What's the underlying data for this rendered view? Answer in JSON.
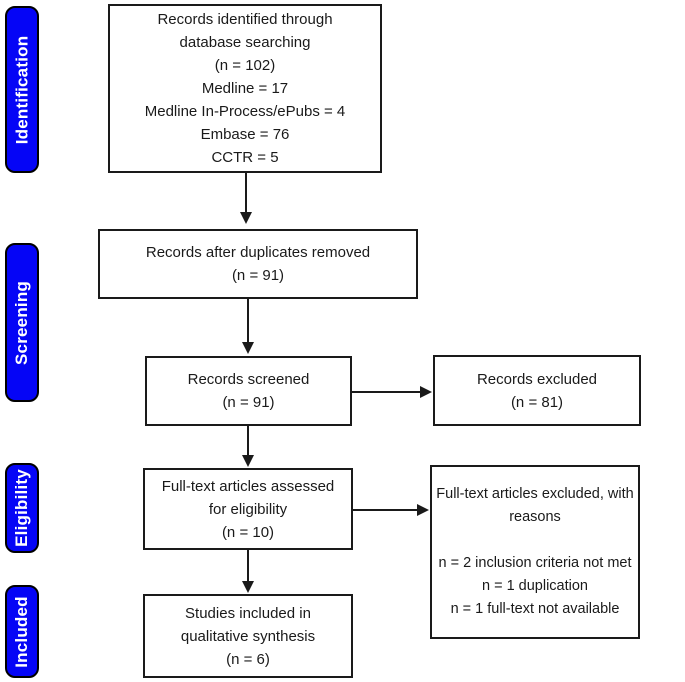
{
  "colors": {
    "stage_fill": "#0505f6",
    "stage_text": "#ffffff",
    "box_border": "#1a1a1a",
    "arrow": "#1a1a1a"
  },
  "stages": [
    {
      "label": "Identification"
    },
    {
      "label": "Screening"
    },
    {
      "label": "Eligibility"
    },
    {
      "label": "Included"
    }
  ],
  "boxes": {
    "identified": {
      "lines": [
        "Records identified through",
        "database searching",
        "(n = 102)",
        "Medline = 17",
        "Medline In-Process/ePubs = 4",
        "Embase = 76",
        "CCTR = 5"
      ]
    },
    "duplicates_removed": {
      "lines": [
        "Records after duplicates removed",
        "(n = 91)"
      ]
    },
    "screened": {
      "lines": [
        "Records screened",
        "(n = 91)"
      ]
    },
    "records_excluded": {
      "lines": [
        "Records excluded",
        "(n = 81)"
      ]
    },
    "fulltext_assessed": {
      "lines": [
        "Full-text articles assessed",
        "for eligibility",
        "(n = 10)"
      ]
    },
    "fulltext_excluded": {
      "lines": [
        "Full-text articles excluded, with",
        "reasons",
        "",
        "n = 2 inclusion criteria not met",
        "n = 1 duplication",
        "n = 1 full-text not available"
      ]
    },
    "included_synthesis": {
      "lines": [
        "Studies included in",
        "qualitative synthesis",
        "(n = 6)"
      ]
    }
  }
}
